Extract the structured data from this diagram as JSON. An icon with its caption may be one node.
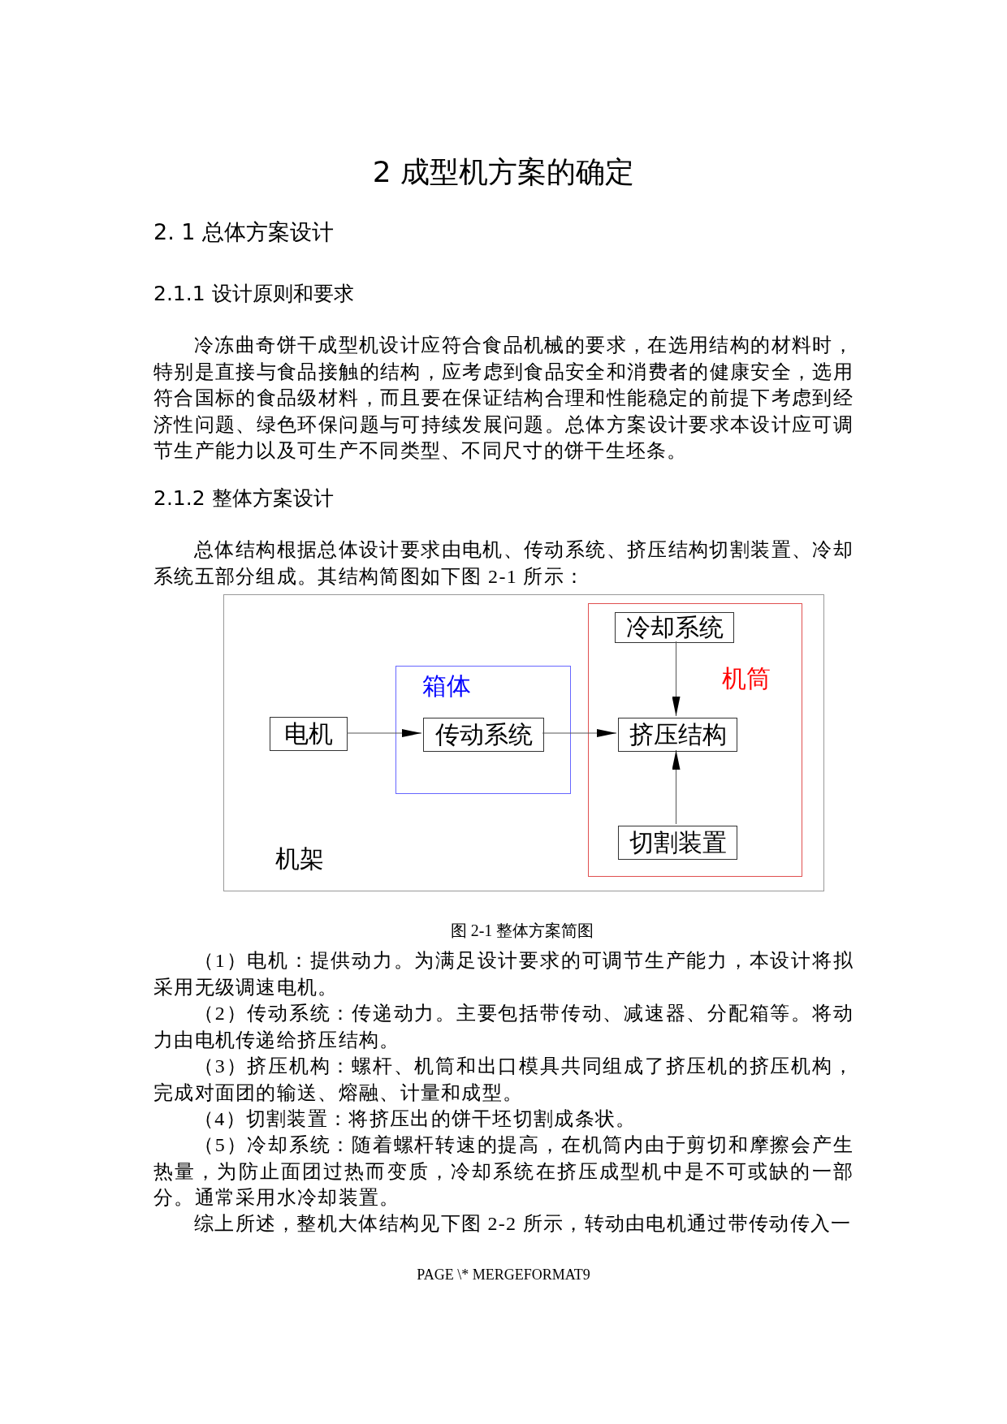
{
  "diagram": {
    "title": "2 成型机方案的确定",
    "caption": "图 2-1 整体方案简图",
    "nodes": [
      {
        "text": [
          "机架"
        ]
      },
      {
        "text": [
          "电机"
        ],
        "in": 0
      },
      {
        "text": [
          "箱体"
        ],
        "in": 0
      },
      {
        "text": [
          "传动系统"
        ],
        "in": 2
      },
      {
        "text": [
          "机筒"
        ],
        "in": 0
      },
      {
        "text": [
          "冷却系统"
        ],
        "in": 4
      },
      {
        "text": [
          "挤压结构"
        ],
        "in": 4
      },
      {
        "text": [
          "切割装置"
        ],
        "in": 4
      }
    ],
    "edges": [
      {
        "from": 1,
        "to": 3,
        "arrow": "to"
      },
      {
        "from": 3,
        "to": 6,
        "arrow": "to"
      },
      {
        "from": 5,
        "to": 6,
        "arrow": "to"
      },
      {
        "from": 7,
        "to": 6,
        "arrow": "to"
      }
    ],
    "labels": [
      "2. 1 总体方案设计",
      "2.1.1 设计原则和要求",
      "冷冻曲奇饼干成型机设计应符合食品机械的要求，在选用结构的材料时，特别是直接与食品接触的结构，应考虑到食品安全和消费者的健康安全，选用符合国标的食品级材料，而且要在保证结构合理和性能稳定的前提下考虑到经济性问题、绿色环保问题与可持续发展问题。总体方案设计要求本设计应可调节生产能力以及可生产不同类型、不同尺寸的饼干生坯条。",
      "2.1.2 整体方案设计",
      "总体结构根据总体设计要求由电机、传动系统、挤压结构切割装置、冷却系统五部分组成。其结构简图如下图 2-1 所示：",
      "（1）电机：提供动力。为满足设计要求的可调节生产能力，本设计将拟采用无级调速电机。",
      "（2）传动系统：传递动力。主要包括带传动、减速器、分配箱等。将动力由电机传递给挤压结构。",
      "（3）挤压机构：螺杆、机筒和出口模具共同组成了挤压机的挤压机构，完成对面团的输送、熔融、计量和成型。",
      "（4）切割装置：将挤压出的饼干坯切割成条状。",
      "（5）冷却系统：随着螺杆转速的提高，在机筒内由于剪切和摩擦会产生热量，为防止面团过热而变质，冷却系统在挤压成型机中是不可或缺的一部分。通常采用水冷却装置。",
      "综上所述，整机大体结构见下图 2-2 所示，转动由电机通过带传动传入一",
      "PAGE \\* MERGEFORMAT9"
    ]
  }
}
